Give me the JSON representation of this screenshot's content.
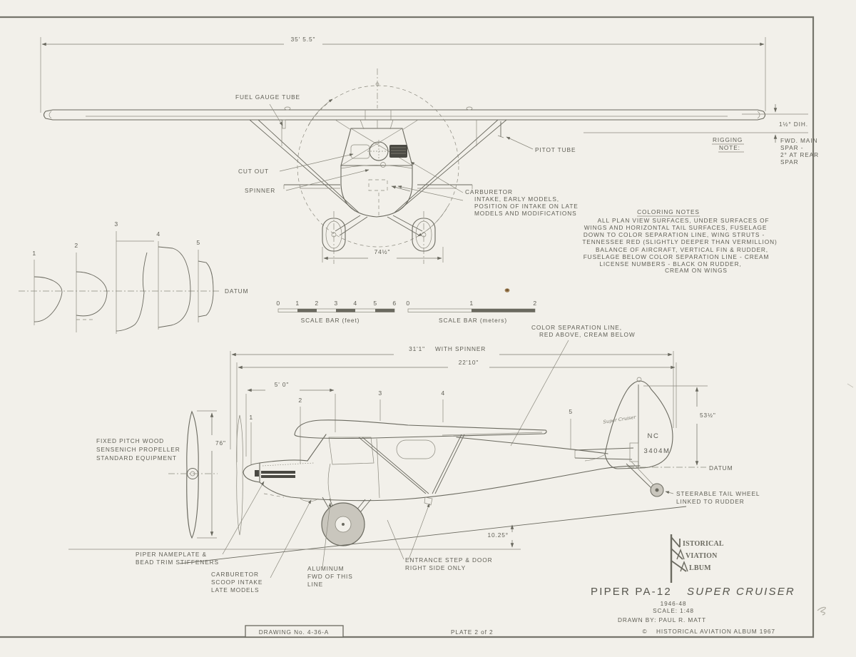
{
  "sheet": {
    "paper_color": "#f2f0ea",
    "ink_color": "#6a695f"
  },
  "front_view": {
    "wingspan_dim": "35' 5.5\"",
    "fuel_gauge_label": "FUEL GAUGE TUBE",
    "cut_out_label": "CUT OUT",
    "spinner_label": "SPINNER",
    "pitot_label": "PITOT TUBE",
    "carb_note_lines": [
      "CARBURETOR",
      "INTAKE, EARLY MODELS,",
      "POSITION OF INTAKE ON LATE",
      "MODELS AND MODIFICATIONS"
    ],
    "track_dim": "74½\"",
    "dihedral_dim": "1½° DIH.",
    "rigging_note": {
      "word1": "RIGGING",
      "word2": "NOTE:",
      "lines": [
        "FWD. MAIN",
        "SPAR -",
        "2° AT REAR",
        "SPAR"
      ]
    }
  },
  "coloring_notes": {
    "heading": "COLORING NOTES",
    "lines": [
      "ALL PLAN VIEW SURFACES, UNDER SURFACES OF",
      "WINGS AND HORIZONTAL TAIL SURFACES, FUSELAGE",
      "DOWN TO COLOR SEPARATION LINE, WING STRUTS -",
      "TENNESSEE RED (SLIGHTLY DEEPER THAN VERMILLION)",
      "BALANCE OF AIRCRAFT, VERTICAL FIN & RUDDER,",
      "FUSELAGE BELOW COLOR SEPARATION LINE - CREAM",
      "LICENSE NUMBERS - BLACK ON RUDDER,",
      "CREAM ON WINGS"
    ]
  },
  "cross_sections": {
    "stations": [
      "1",
      "2",
      "3",
      "4",
      "5"
    ],
    "datum_label": "DATUM"
  },
  "scale_bars": {
    "feet_ticks": [
      "0",
      "1",
      "2",
      "3",
      "4",
      "5",
      "6"
    ],
    "feet_caption": "SCALE BAR (feet)",
    "meters_ticks": [
      "0",
      "1",
      "2"
    ],
    "meters_caption": "SCALE BAR (meters)"
  },
  "side_view": {
    "color_sep_line1": "COLOR SEPARATION LINE,",
    "color_sep_line2": "RED ABOVE, CREAM BELOW",
    "length_with_spinner_value": "31'1\"",
    "length_with_spinner_text": "WITH SPINNER",
    "fuselage_length_dim": "22'10\"",
    "nose_dim": "5' 0\"",
    "propeller_dim": "76\"",
    "tail_height_dim": "53½\"",
    "datum_label": "DATUM",
    "ground_angle": "10.25°",
    "stations": [
      "1",
      "2",
      "3",
      "4",
      "5"
    ],
    "registration_line1": "NC",
    "registration_line2": "3404M",
    "fin_script": "Super Cruiser",
    "propeller_note_lines": [
      "FIXED PITCH WOOD",
      "SENSENICH PROPELLER",
      "STANDARD EQUIPMENT"
    ],
    "nameplate_note_lines": [
      "PIPER NAMEPLATE &",
      "BEAD TRIM STIFFENERS"
    ],
    "carb_scoop_note_lines": [
      "CARBURETOR",
      "SCOOP INTAKE",
      "LATE MODELS"
    ],
    "aluminum_note_lines": [
      "ALUMINUM",
      "FWD OF THIS",
      "LINE"
    ],
    "entrance_note_lines": [
      "ENTRANCE STEP & DOOR",
      "RIGHT SIDE ONLY"
    ],
    "tail_wheel_note_lines": [
      "STEERABLE TAIL WHEEL",
      "LINKED TO RUDDER"
    ]
  },
  "title_block": {
    "logo_lines": [
      "ISTORICAL",
      "VIATION",
      "LBUM"
    ],
    "title_main": "PIPER PA-12",
    "title_model": "SUPER CRUISER",
    "years": "1946-48",
    "scale": "SCALE: 1:48",
    "drawn_by": "DRAWN BY: PAUL R. MATT",
    "copyright_symbol": "©",
    "copyright_text": "HISTORICAL AVIATION ALBUM 1967"
  },
  "footer": {
    "drawing_no": "DRAWING No. 4-36-A",
    "plate": "PLATE 2 of 2"
  }
}
